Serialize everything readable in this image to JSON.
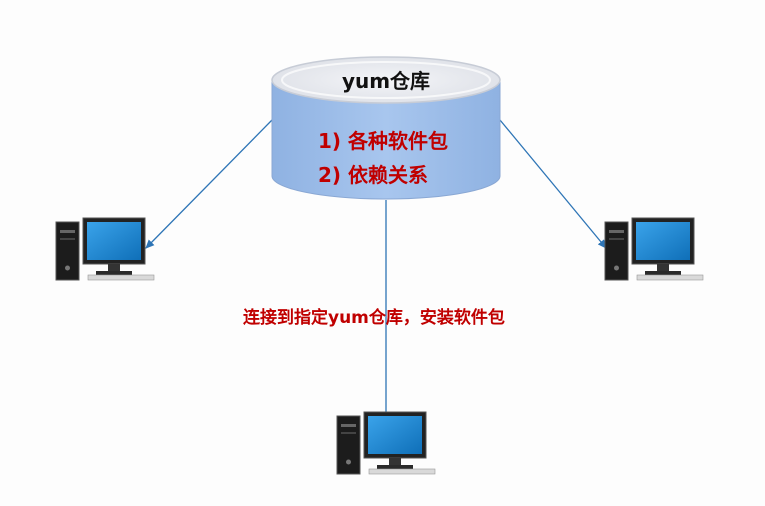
{
  "repository": {
    "title": "yum仓库",
    "items": [
      "1) 各种软件包",
      "2)  依赖关系"
    ]
  },
  "connection_label": "连接到指定yum仓库，安装软件包",
  "nodes": [
    {
      "id": "computer-left",
      "icon": "desktop-computer-icon"
    },
    {
      "id": "computer-right",
      "icon": "desktop-computer-icon"
    },
    {
      "id": "computer-bottom",
      "icon": "desktop-computer-icon"
    }
  ],
  "colors": {
    "repo_top": "#e6e9f0",
    "repo_body": "#9dbde8",
    "text_red": "#c00000",
    "arrow": "#2e75b6",
    "monitor_screen": "#1e8ad6"
  }
}
